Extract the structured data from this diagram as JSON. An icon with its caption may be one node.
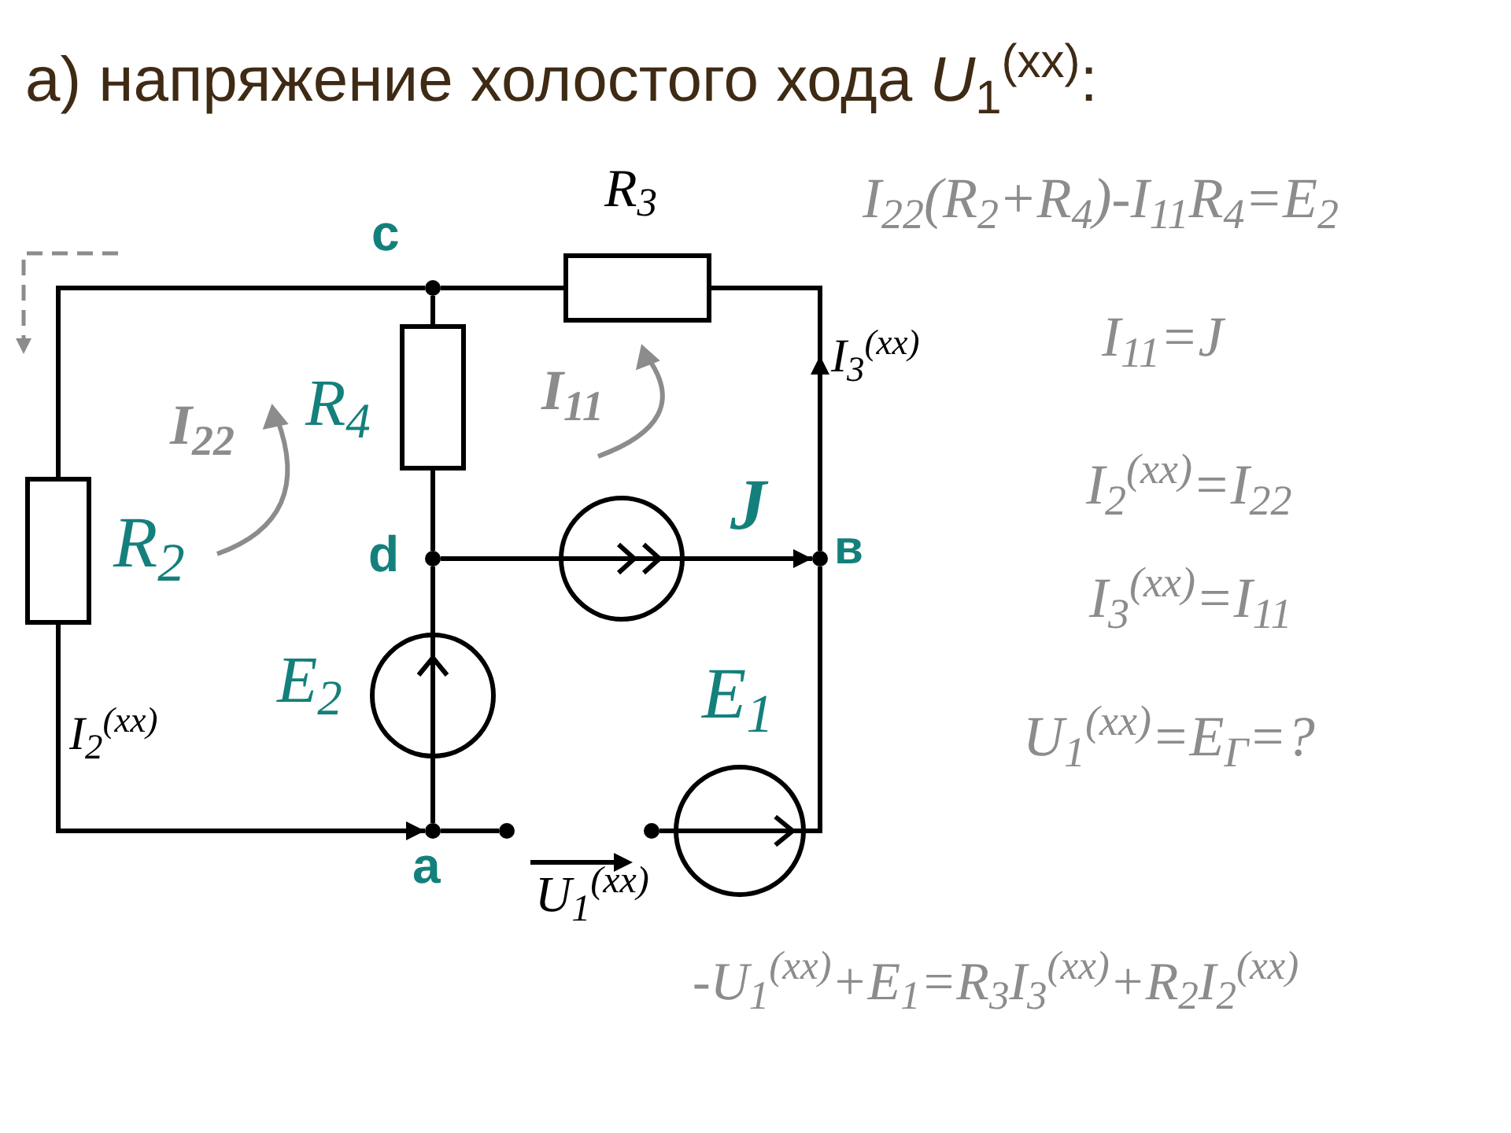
{
  "diagram": {
    "title": "а) напряжение холостого хода *U*$_{1}$$^{(xx)}$:",
    "nodes": [
      {
        "text": [
          "R$_{3}$"
        ]
      },
      {
        "text": [
          "c"
        ]
      },
      {
        "text": [
          "R$_{4}$"
        ]
      },
      {
        "text": [
          "R$_{2}$"
        ]
      },
      {
        "text": [
          "d"
        ]
      },
      {
        "text": [
          "J"
        ]
      },
      {
        "text": [
          "в"
        ]
      },
      {
        "text": [
          "E$_{2}$"
        ]
      },
      {
        "text": [
          "E$_{1}$"
        ]
      },
      {
        "text": [
          "a"
        ]
      },
      {
        "text": [],
        "shape": "circle"
      },
      {
        "text": [],
        "shape": "circle"
      }
    ],
    "edges": [
      {
        "from": 1,
        "to": 0,
        "arrow": "none"
      },
      {
        "from": 6,
        "to": 0,
        "arrow": "to",
        "label": "I$_{3}$$^{(xx)}$"
      },
      {
        "from": 1,
        "to": 3,
        "arrow": "none"
      },
      {
        "from": 3,
        "to": 9,
        "arrow": "to",
        "label": "I$_{2}$$^{(xx)}$"
      },
      {
        "from": 1,
        "to": 2,
        "arrow": "none"
      },
      {
        "from": 2,
        "to": 4,
        "arrow": "none"
      },
      {
        "from": 4,
        "to": 5,
        "arrow": "none"
      },
      {
        "from": 5,
        "to": 6,
        "arrow": "to"
      },
      {
        "from": 9,
        "to": 7,
        "arrow": "none"
      },
      {
        "from": 7,
        "to": 4,
        "arrow": "none"
      },
      {
        "from": 9,
        "to": 10,
        "arrow": "none"
      },
      {
        "from": 11,
        "to": 8,
        "arrow": "none"
      },
      {
        "from": 8,
        "to": 6,
        "arrow": "none"
      }
    ],
    "labels": [
      "I$_{22}$",
      "I$_{11}$",
      "U$_{1}$$^{(xx)}$",
      "I$_{22}$(R$_{2}$+R$_{4}$)-I$_{11}$R$_{4}$=E$_{2}$",
      "I$_{11}$=J",
      "I$_{2}$$^{(xx)}$=I$_{22}$",
      "I$_{3}$$^{(xx)}$=I$_{11}$",
      "U$_{1}$$^{(xx)}$=E$_{Г}$=?",
      "-U$_{1}$$^{(xx)}$+E$_{1}$=R$_{3}$I$_{3}$$^{(xx)}$+R$_{2}$I$_{2}$$^{(xx)}$"
    ]
  }
}
